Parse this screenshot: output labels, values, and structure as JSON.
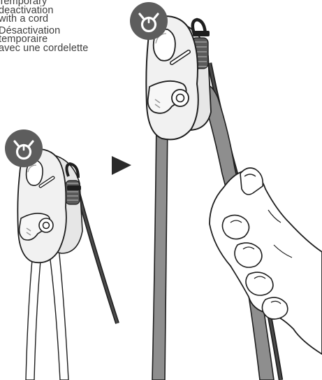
{
  "caption": {
    "english": [
      "Temporary",
      "deactivation",
      "with a cord"
    ],
    "french": [
      "Désactivation",
      "temporaire",
      "avec une cordelette"
    ]
  },
  "colors": {
    "rope": "#8e8e8e",
    "cord": "#2e2e2e",
    "badge": "#5d5d5d",
    "device": "#efefef",
    "outline": "#1e1e1e",
    "teeth": "#555555"
  },
  "icons": {
    "badge": "deactivated-mode-icon",
    "arrow": "play-arrow-icon"
  }
}
